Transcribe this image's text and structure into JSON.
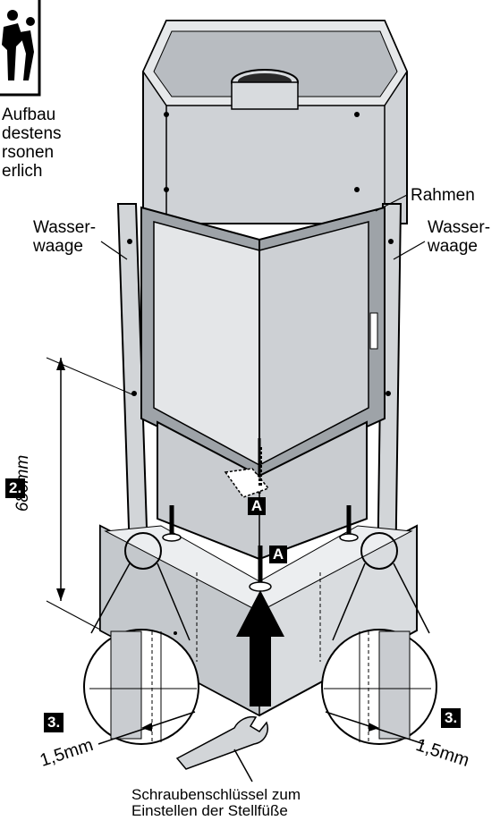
{
  "warning": {
    "text_lines": [
      "Aufbau",
      "destens",
      "rsonen",
      "erlich"
    ],
    "icon": "two-persons-lifting-icon"
  },
  "labels": {
    "frame": "Rahmen",
    "level_left": [
      "Wasser-",
      "waage"
    ],
    "level_right": [
      "Wasser-",
      "waage"
    ],
    "height": "680mm",
    "gap_left": "1,5mm",
    "gap_right": "1,5mm",
    "wrench": [
      "Schraubenschlüssel zum",
      "Einstellen der Stellfüße"
    ]
  },
  "steps": {
    "step2": "2.",
    "step3_left": "3.",
    "step3_right": "3."
  },
  "markers": {
    "a_upper": "A",
    "a_lower": "A"
  }
}
